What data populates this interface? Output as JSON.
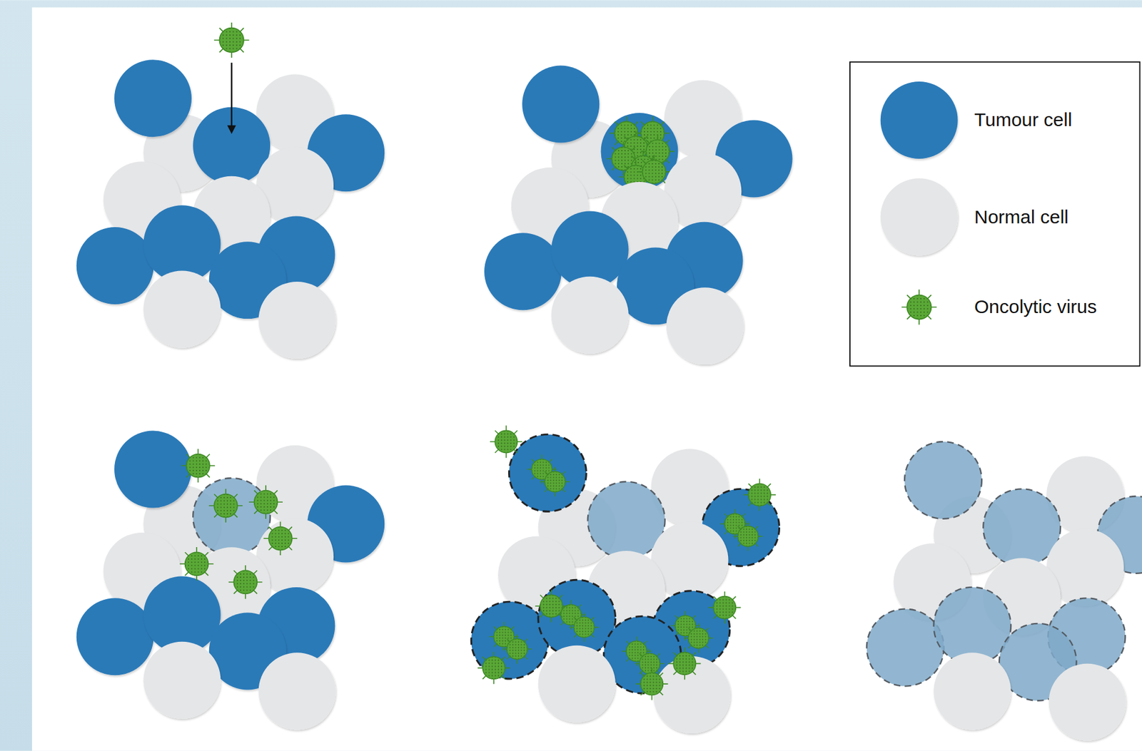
{
  "diagram": {
    "legend": [
      {
        "text": "Tumour cell",
        "color": "#2a7ab8"
      },
      {
        "text": "Normal cell",
        "color": "#e5e6e8"
      },
      {
        "text": "Oncolytic virus"
      }
    ]
  }
}
